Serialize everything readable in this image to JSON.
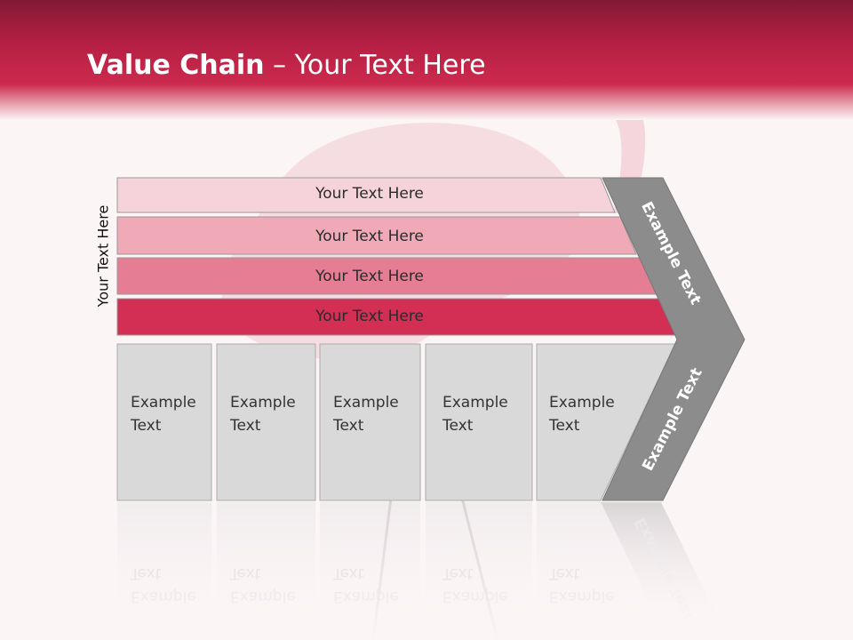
{
  "slide": {
    "title_bold": "Value Chain",
    "title_rest": " – Your Text Here"
  },
  "diagram": {
    "side_label": "Your Text Here",
    "bars": [
      {
        "label": "Your Text Here",
        "color": "#f6d3db"
      },
      {
        "label": "Your Text Here",
        "color": "#f0a9b7"
      },
      {
        "label": "Your Text Here",
        "color": "#e57e94"
      },
      {
        "label": "Your Text Here",
        "color": "#d32e54"
      }
    ],
    "boxes": [
      {
        "label": "Example\nText"
      },
      {
        "label": "Example\nText"
      },
      {
        "label": "Example\nText"
      },
      {
        "label": "Example\nText"
      },
      {
        "label": "Example\nText"
      }
    ],
    "chevron_top_label": "Example Text",
    "chevron_bottom_label": "Example Text",
    "colors": {
      "box_fill": "#d9d9d9",
      "chevron_fill": "#8c8c8c",
      "header_accent": "#cc2a4e"
    }
  }
}
